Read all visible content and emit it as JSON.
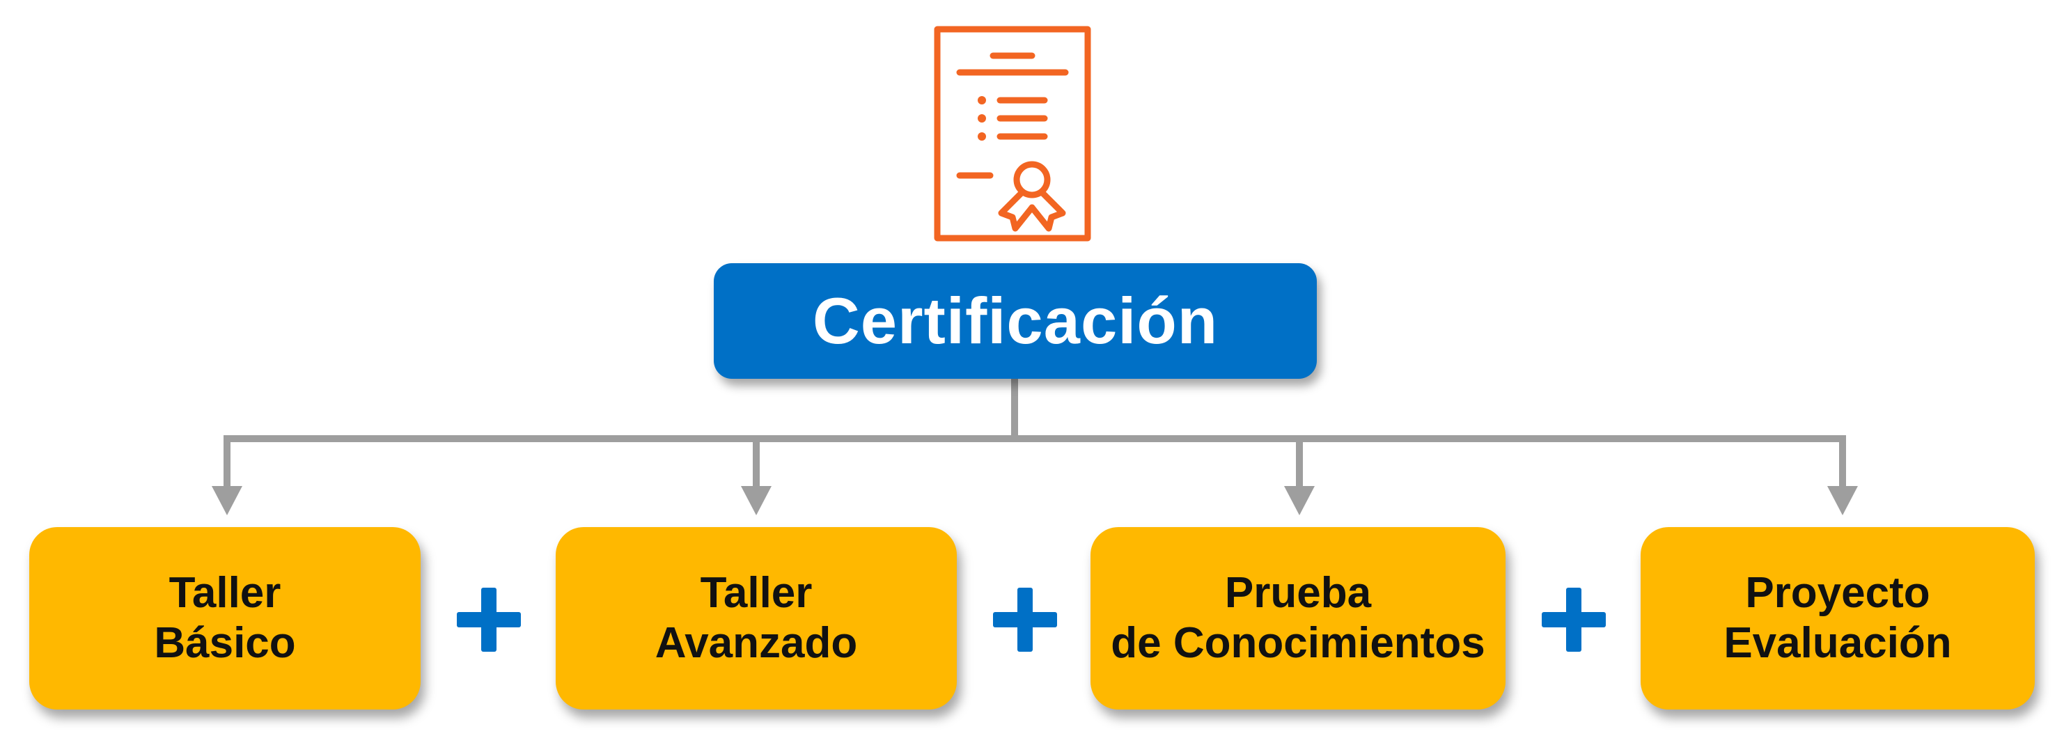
{
  "colors": {
    "root_fill": "#0070C6",
    "child_fill": "#FFB800",
    "connector": "#9E9E9E",
    "plus": "#0070C6",
    "icon": "#F26522"
  },
  "icon": "certificate-icon",
  "root": {
    "label": "Certificación"
  },
  "children": [
    {
      "line1": "Taller",
      "line2": "Básico"
    },
    {
      "line1": "Taller",
      "line2": "Avanzado"
    },
    {
      "line1": "Prueba",
      "line2": "de Conocimientos"
    },
    {
      "line1": "Proyecto",
      "line2": "Evaluación"
    }
  ],
  "operator": "+"
}
